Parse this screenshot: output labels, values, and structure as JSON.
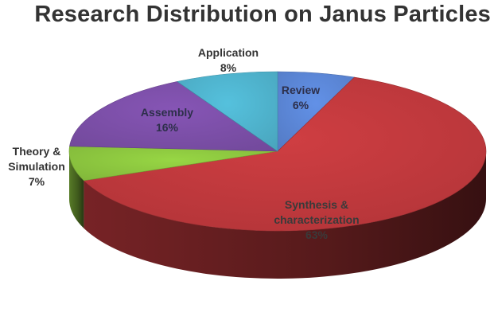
{
  "chart_data": {
    "type": "pie",
    "title": "Research Distribution on Janus Particles",
    "slices": [
      {
        "name": "Review",
        "line1": "Review",
        "line2": "",
        "pct_label": "6%",
        "value": 6,
        "color": "#5b86d6"
      },
      {
        "name": "Synthesis & characterization",
        "line1": "Synthesis &",
        "line2": "characterization",
        "pct_label": "63%",
        "value": 63,
        "color": "#c0393d"
      },
      {
        "name": "Theory & Simulation",
        "line1": "Theory &",
        "line2": "Simulation",
        "pct_label": "7%",
        "value": 7,
        "color": "#8cc63f"
      },
      {
        "name": "Assembly",
        "line1": "Assembly",
        "line2": "",
        "pct_label": "16%",
        "value": 16,
        "color": "#7c4fa8"
      },
      {
        "name": "Application",
        "line1": "Application",
        "line2": "",
        "pct_label": "8%",
        "value": 8,
        "color": "#4fb3cd"
      }
    ],
    "style": "3d-pie",
    "legend": "none"
  }
}
